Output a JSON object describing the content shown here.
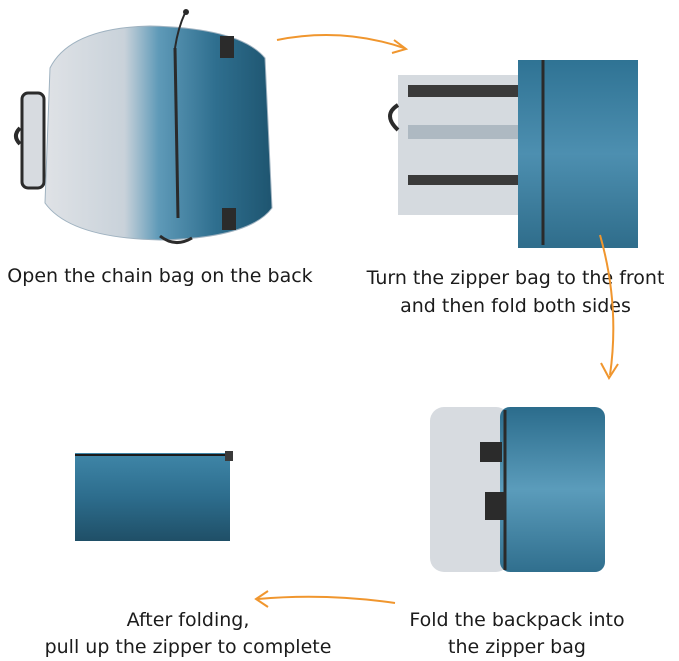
{
  "steps": [
    {
      "caption": "Open the chain bag on the back",
      "image": "unfolded-backpack-rear-view"
    },
    {
      "caption_line1": "Turn the zipper bag to the front",
      "caption_line2": "and then fold both sides",
      "image": "backpack-sides-folded"
    },
    {
      "caption_line1": "Fold the backpack into",
      "caption_line2": "the zipper bag",
      "image": "backpack-partly-in-pouch"
    },
    {
      "caption_line1": "After folding,",
      "caption_line2": "pull up the zipper to complete",
      "image": "zipped-pouch"
    }
  ],
  "colors": {
    "arrow": "#f0962e",
    "fabric_dark": "#1f5672",
    "fabric_mid": "#3f87a8",
    "fabric_light": "#d9dde2",
    "strap": "#2b2b2b"
  }
}
